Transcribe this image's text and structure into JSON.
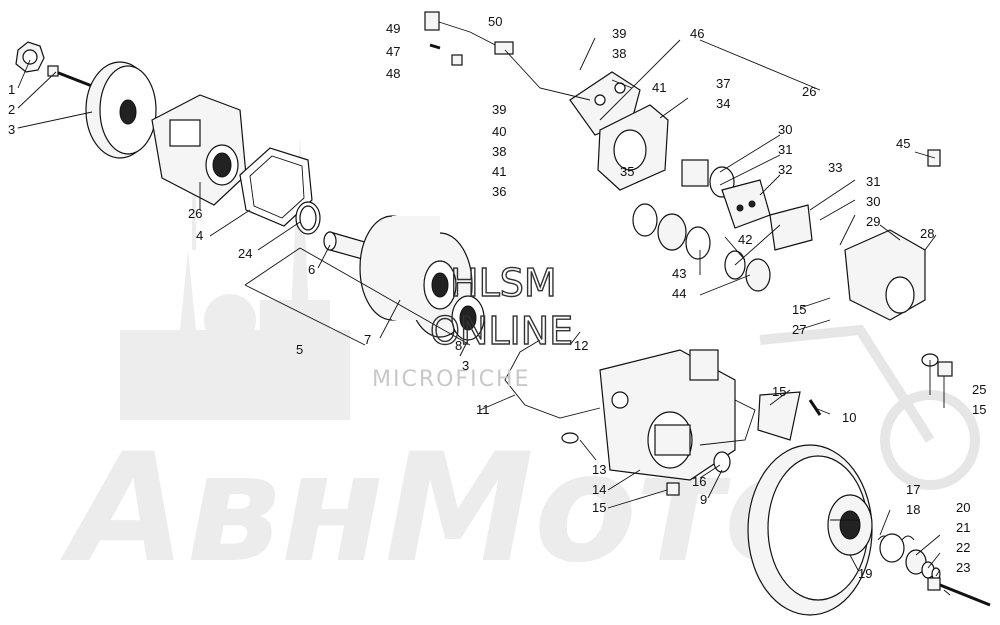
{
  "watermark": {
    "title": "HLSM",
    "line2": "ONLINE",
    "line3": "MICROFICHE",
    "brand": "АвнМото"
  },
  "callouts": [
    {
      "id": "c1",
      "text": "1"
    },
    {
      "id": "c2",
      "text": "2"
    },
    {
      "id": "c3",
      "text": "3"
    },
    {
      "id": "c26a",
      "text": "26"
    },
    {
      "id": "c4",
      "text": "4"
    },
    {
      "id": "c24",
      "text": "24"
    },
    {
      "id": "c6",
      "text": "6"
    },
    {
      "id": "c5",
      "text": "5"
    },
    {
      "id": "c7",
      "text": "7"
    },
    {
      "id": "c8",
      "text": "8"
    },
    {
      "id": "c3b",
      "text": "3"
    },
    {
      "id": "c12",
      "text": "12"
    },
    {
      "id": "c11",
      "text": "11"
    },
    {
      "id": "c13",
      "text": "13"
    },
    {
      "id": "c14",
      "text": "14"
    },
    {
      "id": "c15a",
      "text": "15"
    },
    {
      "id": "c16",
      "text": "16"
    },
    {
      "id": "c9",
      "text": "9"
    },
    {
      "id": "c15b",
      "text": "15"
    },
    {
      "id": "c10",
      "text": "10"
    },
    {
      "id": "c17",
      "text": "17"
    },
    {
      "id": "c18",
      "text": "18"
    },
    {
      "id": "c19",
      "text": "19"
    },
    {
      "id": "c20",
      "text": "20"
    },
    {
      "id": "c21",
      "text": "21"
    },
    {
      "id": "c22",
      "text": "22"
    },
    {
      "id": "c23",
      "text": "23"
    },
    {
      "id": "c25",
      "text": "25"
    },
    {
      "id": "c15c",
      "text": "15"
    },
    {
      "id": "c49",
      "text": "49"
    },
    {
      "id": "c47",
      "text": "47"
    },
    {
      "id": "c48",
      "text": "48"
    },
    {
      "id": "c50",
      "text": "50"
    },
    {
      "id": "c39a",
      "text": "39"
    },
    {
      "id": "c38a",
      "text": "38"
    },
    {
      "id": "c46",
      "text": "46"
    },
    {
      "id": "c41a",
      "text": "41"
    },
    {
      "id": "c37",
      "text": "37"
    },
    {
      "id": "c34",
      "text": "34"
    },
    {
      "id": "c26b",
      "text": "26"
    },
    {
      "id": "c39b",
      "text": "39"
    },
    {
      "id": "c40",
      "text": "40"
    },
    {
      "id": "c38b",
      "text": "38"
    },
    {
      "id": "c41b",
      "text": "41"
    },
    {
      "id": "c36",
      "text": "36"
    },
    {
      "id": "c35",
      "text": "35"
    },
    {
      "id": "c30a",
      "text": "30"
    },
    {
      "id": "c31a",
      "text": "31"
    },
    {
      "id": "c32",
      "text": "32"
    },
    {
      "id": "c33",
      "text": "33"
    },
    {
      "id": "c31b",
      "text": "31"
    },
    {
      "id": "c30b",
      "text": "30"
    },
    {
      "id": "c29",
      "text": "29"
    },
    {
      "id": "c28",
      "text": "28"
    },
    {
      "id": "c45",
      "text": "45"
    },
    {
      "id": "c42",
      "text": "42"
    },
    {
      "id": "c43",
      "text": "43"
    },
    {
      "id": "c44",
      "text": "44"
    },
    {
      "id": "c15d",
      "text": "15"
    },
    {
      "id": "c27",
      "text": "27"
    }
  ]
}
